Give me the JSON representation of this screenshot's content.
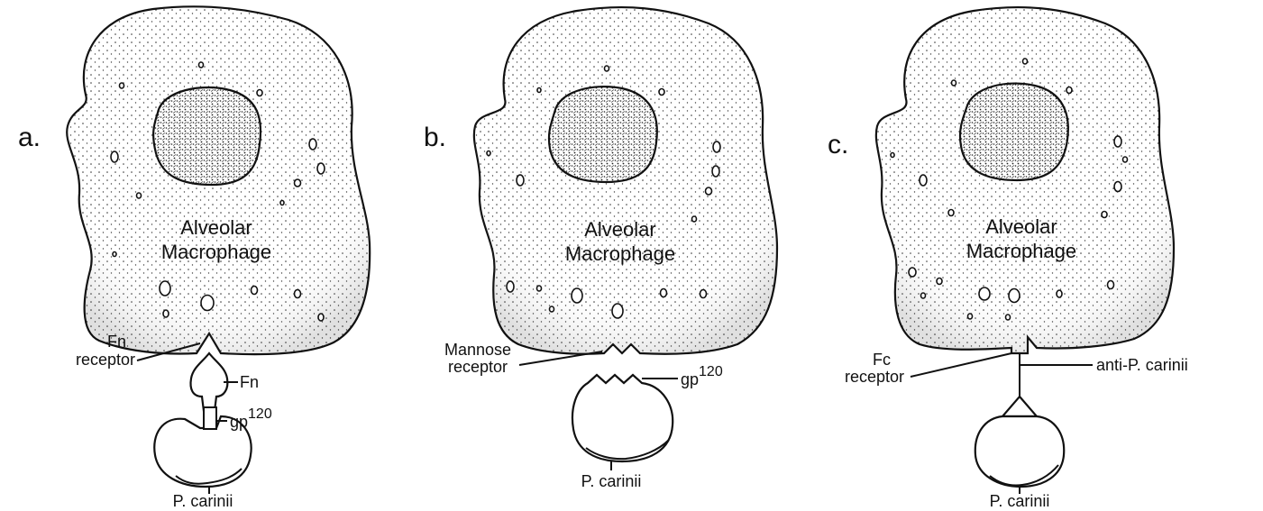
{
  "panels": [
    {
      "letter": "a.",
      "cell_label_line1": "Alveolar",
      "cell_label_line2": "Macrophage",
      "receptor_line1": "Fn",
      "receptor_line2": "receptor",
      "ligand": "Fn",
      "antigen_text": "gp",
      "antigen_sup": "120",
      "organism": "P. carinii"
    },
    {
      "letter": "b.",
      "cell_label_line1": "Alveolar",
      "cell_label_line2": "Macrophage",
      "receptor_line1": "Mannose",
      "receptor_line2": "receptor",
      "antigen_text": "gp",
      "antigen_sup": "120",
      "organism": "P. carinii"
    },
    {
      "letter": "c.",
      "cell_label_line1": "Alveolar",
      "cell_label_line2": "Macrophage",
      "receptor_line1": "Fc",
      "receptor_line2": "receptor",
      "antibody": "anti-P. carinii",
      "organism": "P. carinii"
    }
  ]
}
